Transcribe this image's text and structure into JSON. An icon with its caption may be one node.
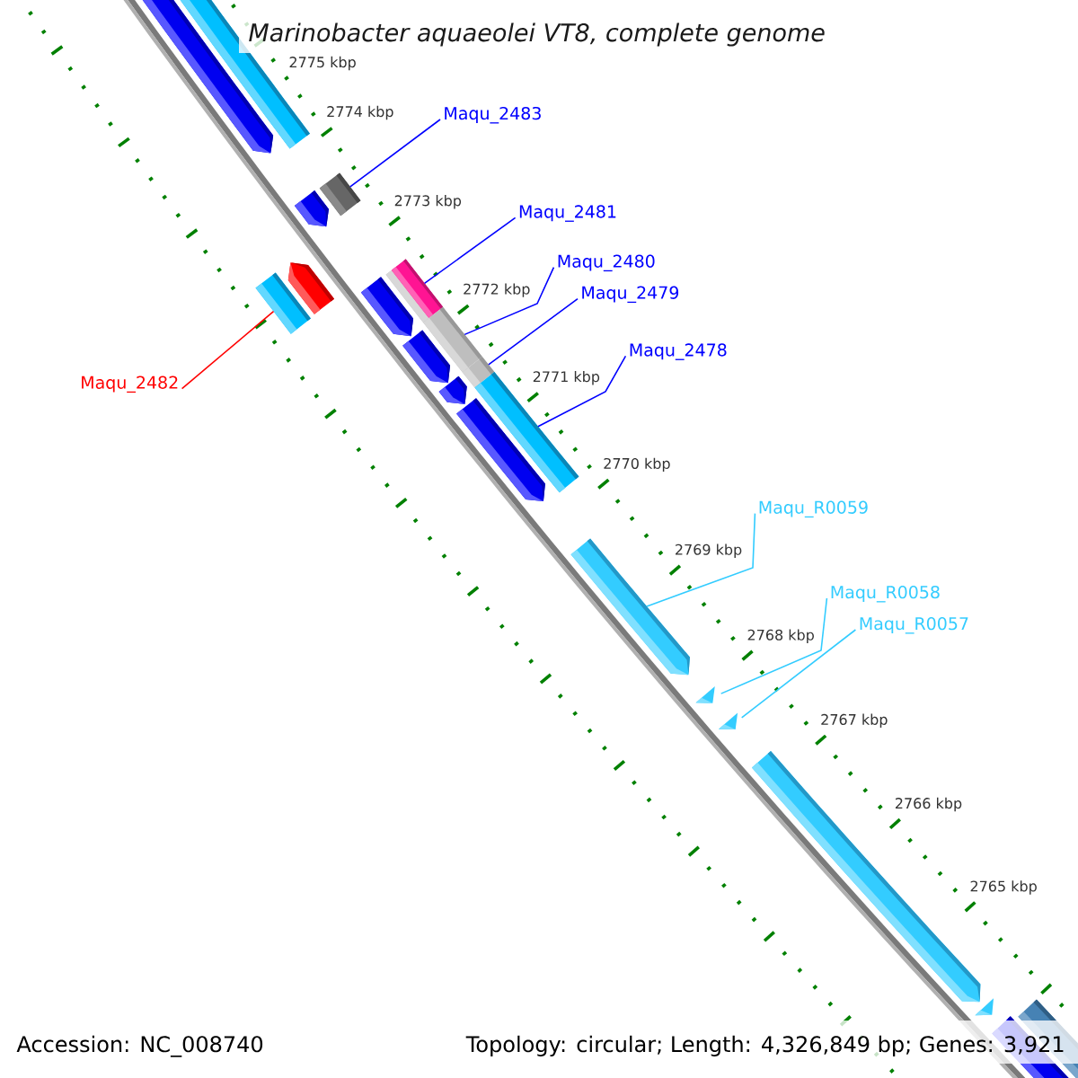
{
  "diagram": {
    "title": "Marinobacter aquaeolei VT8, complete genome",
    "nodes": [
      {
        "text": [
          "Maqu_2483"
        ]
      },
      {
        "text": [],
        "shape": "bar"
      },
      {
        "text": [
          "Maqu_2481"
        ]
      },
      {
        "text": [],
        "shape": "bar"
      },
      {
        "text": [
          "Maqu_2480"
        ]
      },
      {
        "text": [],
        "shape": "bar"
      },
      {
        "text": [
          "Maqu_2479"
        ]
      },
      {
        "text": [],
        "shape": "bar"
      },
      {
        "text": [
          "Maqu_2478"
        ]
      },
      {
        "text": [],
        "shape": "bar"
      },
      {
        "text": [
          "Maqu_2482"
        ]
      },
      {
        "text": [],
        "shape": "bar"
      },
      {
        "text": [
          "Maqu_R0059"
        ]
      },
      {
        "text": [],
        "shape": "bar"
      },
      {
        "text": [
          "Maqu_R0058"
        ]
      },
      {
        "text": [],
        "shape": "triangle"
      },
      {
        "text": [
          "Maqu_R0057"
        ]
      },
      {
        "text": [],
        "shape": "triangle"
      }
    ],
    "edges": [
      {
        "from": 0,
        "to": 1,
        "arrow": "none"
      },
      {
        "from": 2,
        "to": 3,
        "arrow": "none"
      },
      {
        "from": 4,
        "to": 5,
        "arrow": "none"
      },
      {
        "from": 6,
        "to": 7,
        "arrow": "none"
      },
      {
        "from": 8,
        "to": 9,
        "arrow": "none"
      },
      {
        "from": 10,
        "to": 11,
        "arrow": "none",
        "color": "#ff0000"
      },
      {
        "from": 12,
        "to": 13,
        "arrow": "none",
        "color": "#33ccff"
      },
      {
        "from": 14,
        "to": 15,
        "arrow": "none",
        "color": "#33ccff"
      },
      {
        "from": 16,
        "to": 17,
        "arrow": "none",
        "color": "#33ccff"
      }
    ],
    "labels": [
      "2775 kbp",
      "2774 kbp",
      "2773 kbp",
      "2772 kbp",
      "2771 kbp",
      "2770 kbp",
      "2769 kbp",
      "2768 kbp",
      "2767 kbp",
      "2766 kbp",
      "2765 kbp",
      "Accession: NC_008740",
      "Topology: circular; Length: 4,326,849 bp; Genes: 3,921"
    ]
  }
}
